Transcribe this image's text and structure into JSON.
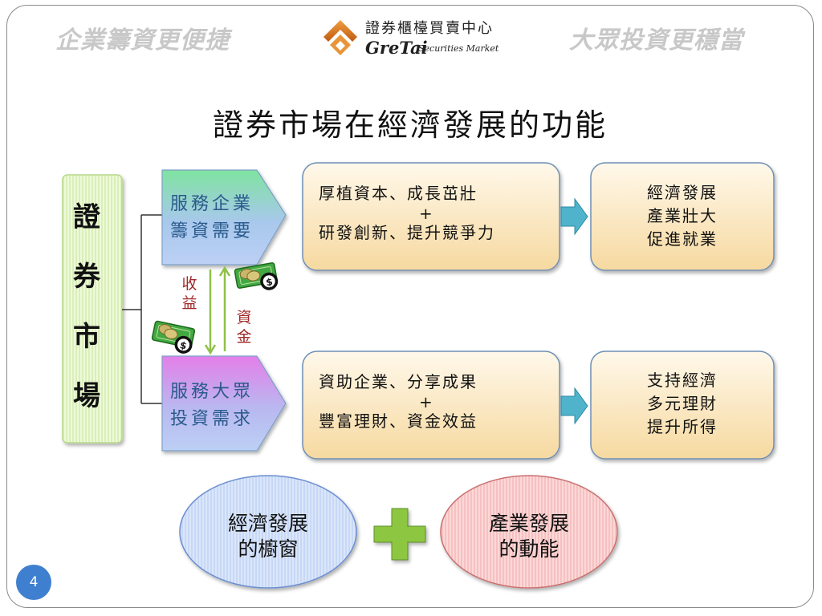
{
  "header": {
    "slogan_left": "企業籌資更便捷",
    "slogan_right": "大眾投資更穩當",
    "logo_cn": "證券櫃檯買賣中心",
    "logo_en_brand": "GreTai",
    "logo_en_sub": "Securities Market"
  },
  "title": "證券市場在經濟發展的功能",
  "market_label": [
    "證",
    "券",
    "市",
    "場"
  ],
  "services": {
    "enterprise": [
      "服務企業",
      "籌資需要"
    ],
    "public": [
      "服務大眾",
      "投資需求"
    ]
  },
  "flows": {
    "returns": [
      "收",
      "益"
    ],
    "funds": [
      "資",
      "金"
    ]
  },
  "benefits": {
    "top": [
      "厚植資本、成長茁壯",
      "+",
      "研發創新、提升競爭力"
    ],
    "bottom": [
      "資助企業、分享成果",
      "+",
      "豐富理財、資金效益"
    ]
  },
  "outcomes": {
    "top": [
      "經濟發展",
      "產業壯大",
      "促進就業"
    ],
    "bottom": [
      "支持經濟",
      "多元理財",
      "提升所得"
    ]
  },
  "ellipses": {
    "left": [
      "經濟發展",
      "的櫥窗"
    ],
    "right": [
      "產業發展",
      "的動能"
    ]
  },
  "page_number": "4",
  "colors": {
    "slogan": "#c8c8c8",
    "pentagon_top": "#8fe3a6",
    "pentagon_bottom": "#e58fe8",
    "box_fill": "#fbe7c2",
    "arrow": "#4fb3cc",
    "ellipse_left": "#c9d9f5",
    "ellipse_right": "#f7c4c4",
    "plus": "#8dc63f",
    "page_badge": "#3f7fd0"
  }
}
